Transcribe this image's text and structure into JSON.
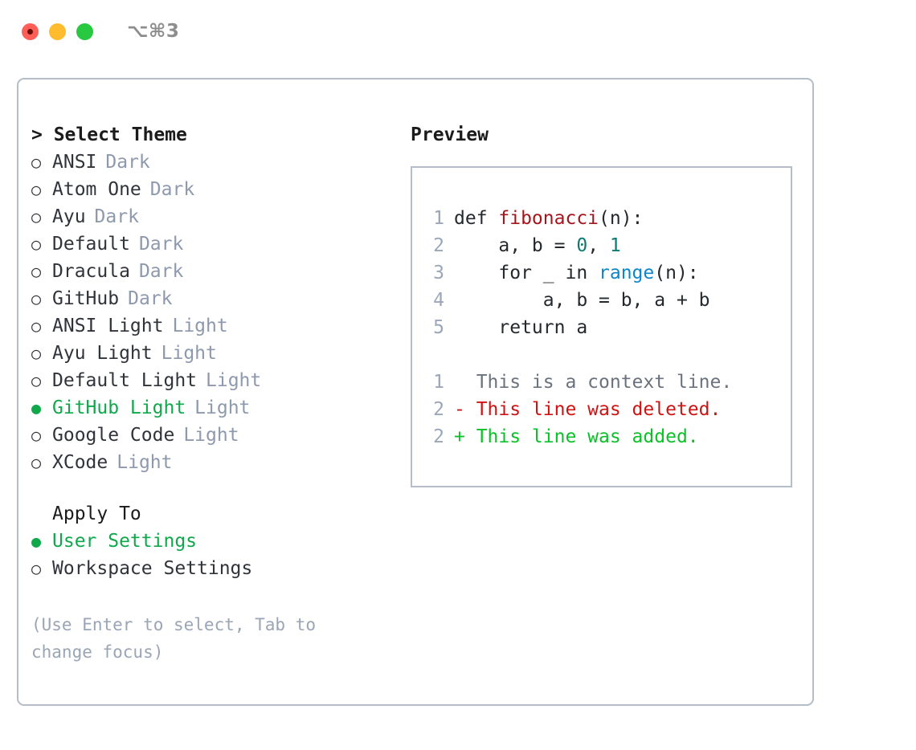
{
  "window": {
    "shortcut_label": "⌥⌘3",
    "traffic_lights": {
      "close_color": "#ff5f57",
      "minimize_color": "#febc2e",
      "maximize_color": "#28c840"
    }
  },
  "colors": {
    "accent_green": "#0fa84b",
    "muted_tag": "#8d99ad",
    "border": "#b4bdc9",
    "text": "#30343a",
    "hint": "#9aa5b5",
    "diff_add": "#0ac228",
    "diff_del": "#cf1313",
    "diff_context": "#6a737d",
    "syntax_function": "#a3161c",
    "syntax_number": "#0b7b72",
    "syntax_builtin": "#0b86c6",
    "lineno": "#9aa7ba"
  },
  "theme_list": {
    "header": "> Select Theme",
    "items": [
      {
        "marker": "○",
        "name": "ANSI",
        "tag": "Dark",
        "selected": false
      },
      {
        "marker": "○",
        "name": "Atom One",
        "tag": "Dark",
        "selected": false
      },
      {
        "marker": "○",
        "name": "Ayu",
        "tag": "Dark",
        "selected": false
      },
      {
        "marker": "○",
        "name": "Default",
        "tag": "Dark",
        "selected": false
      },
      {
        "marker": "○",
        "name": "Dracula",
        "tag": "Dark",
        "selected": false
      },
      {
        "marker": "○",
        "name": "GitHub",
        "tag": "Dark",
        "selected": false
      },
      {
        "marker": "○",
        "name": "ANSI Light",
        "tag": "Light",
        "selected": false
      },
      {
        "marker": "○",
        "name": "Ayu Light",
        "tag": "Light",
        "selected": false
      },
      {
        "marker": "○",
        "name": "Default Light",
        "tag": "Light",
        "selected": false
      },
      {
        "marker": "●",
        "name": "GitHub Light",
        "tag": "Light",
        "selected": true
      },
      {
        "marker": "○",
        "name": "Google Code",
        "tag": "Light",
        "selected": false
      },
      {
        "marker": "○",
        "name": "XCode",
        "tag": "Light",
        "selected": false
      }
    ]
  },
  "apply_to": {
    "header": "Apply To",
    "items": [
      {
        "marker": "●",
        "name": "User Settings",
        "selected": true
      },
      {
        "marker": "○",
        "name": "Workspace Settings",
        "selected": false
      }
    ]
  },
  "hint": "(Use Enter to select, Tab to change focus)",
  "preview": {
    "title": "Preview",
    "code_lines": [
      {
        "lineno": "1",
        "tokens": [
          {
            "text": "def ",
            "type": "plain"
          },
          {
            "text": "fibonacci",
            "type": "func"
          },
          {
            "text": "(n):",
            "type": "plain"
          }
        ]
      },
      {
        "lineno": "2",
        "tokens": [
          {
            "text": "    a, b = ",
            "type": "plain"
          },
          {
            "text": "0",
            "type": "num"
          },
          {
            "text": ", ",
            "type": "plain"
          },
          {
            "text": "1",
            "type": "num"
          }
        ]
      },
      {
        "lineno": "3",
        "tokens": [
          {
            "text": "    for _ in ",
            "type": "plain"
          },
          {
            "text": "range",
            "type": "builtin"
          },
          {
            "text": "(n):",
            "type": "plain"
          }
        ]
      },
      {
        "lineno": "4",
        "tokens": [
          {
            "text": "        a, b = b, a + b",
            "type": "plain"
          }
        ]
      },
      {
        "lineno": "5",
        "tokens": [
          {
            "text": "    return a",
            "type": "plain"
          }
        ]
      }
    ],
    "diff_lines": [
      {
        "lineno": "1",
        "kind": "context",
        "text": "  This is a context line."
      },
      {
        "lineno": "2",
        "kind": "del",
        "text": "- This line was deleted."
      },
      {
        "lineno": "2",
        "kind": "add",
        "text": "+ This line was added."
      }
    ]
  }
}
